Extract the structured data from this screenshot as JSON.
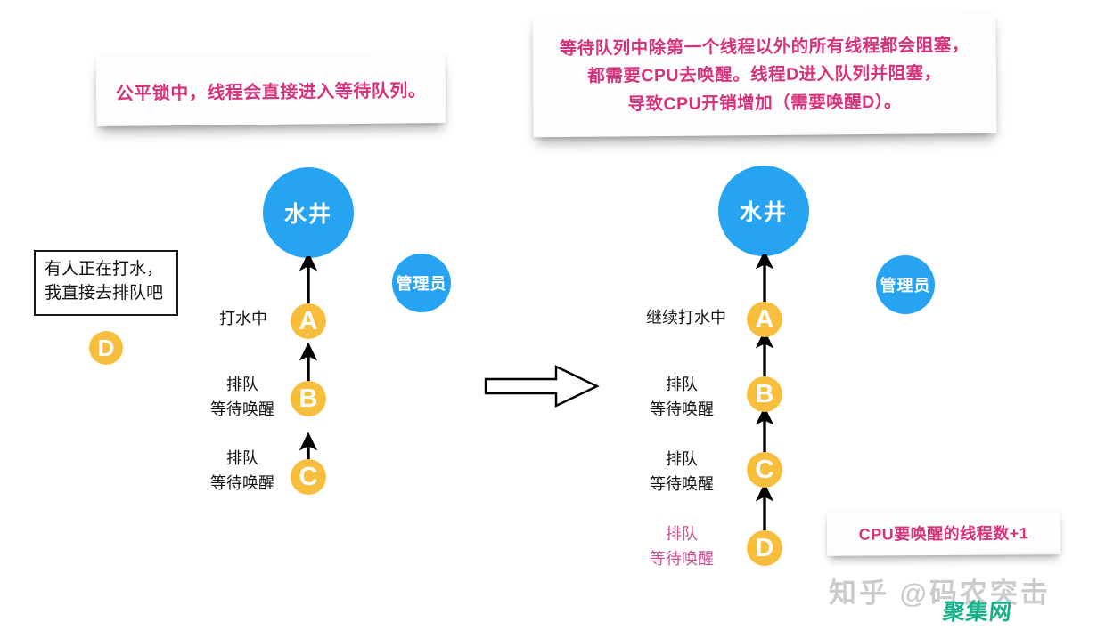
{
  "meta": {
    "title": "公平锁线程排队示意图",
    "colors": {
      "accent_pink": "#d6337c",
      "node_blue": "#26a4f2",
      "node_orange": "#f8bf3f",
      "label_black": "#141414",
      "label_pink": "#c8528f",
      "watermark_green": "#17b189",
      "watermark_gray": "#787c80"
    }
  },
  "callouts": {
    "left": {
      "lines": [
        "公平锁中，线程会直接进入等待队列。"
      ]
    },
    "right": {
      "lines": [
        "等待队列中除第一个线程以外的所有线程都会阻塞，",
        "都需要CPU去唤醒。线程D进入队列并阻塞，",
        "导致CPU开销增加（需要唤醒D）。"
      ]
    },
    "cpu": {
      "lines": [
        "CPU要唤醒的线程数+1"
      ]
    }
  },
  "left_panel": {
    "thought_box": {
      "lines": [
        "有人正在打水，",
        "我直接去排队吧"
      ]
    },
    "free_thread": {
      "label": "D"
    },
    "well": {
      "label": "水井"
    },
    "admin": {
      "label": "管理员"
    },
    "queue": [
      {
        "id": "A",
        "label": "A",
        "status_lines": [
          "打水中"
        ],
        "pink": false
      },
      {
        "id": "B",
        "label": "B",
        "status_lines": [
          "排队",
          "等待唤醒"
        ],
        "pink": false
      },
      {
        "id": "C",
        "label": "C",
        "status_lines": [
          "排队",
          "等待唤醒"
        ],
        "pink": false
      }
    ]
  },
  "right_panel": {
    "well": {
      "label": "水井"
    },
    "admin": {
      "label": "管理员"
    },
    "queue": [
      {
        "id": "A",
        "label": "A",
        "status_lines": [
          "继续打水中"
        ],
        "pink": false
      },
      {
        "id": "B",
        "label": "B",
        "status_lines": [
          "排队",
          "等待唤醒"
        ],
        "pink": false
      },
      {
        "id": "C",
        "label": "C",
        "status_lines": [
          "排队",
          "等待唤醒"
        ],
        "pink": false
      },
      {
        "id": "D",
        "label": "D",
        "status_lines": [
          "排队",
          "等待唤醒"
        ],
        "pink": true
      }
    ]
  },
  "transition": {
    "icon": "right-block-arrow-icon"
  },
  "watermark": {
    "zhihu": "知乎 @码农突击",
    "site": "聚集网"
  }
}
